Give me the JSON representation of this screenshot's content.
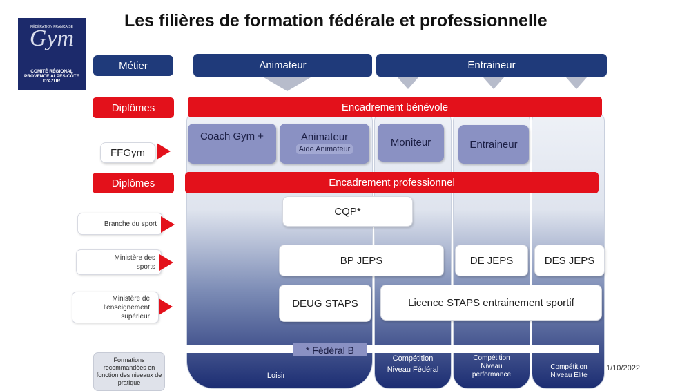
{
  "title": "Les filières de formation fédérale et professionnelle",
  "logo": {
    "small": "FÉDÉRATION FRANÇAISE",
    "name": "Gym",
    "subtitle": "COMITÉ RÉGIONAL PROVENCE ALPES-CÔTE D'AZUR"
  },
  "rows": {
    "metier": "Métier",
    "diplomes_1": "Diplômes",
    "diplomes_2": "Diplômes"
  },
  "header": {
    "animateur": "Animateur",
    "entraineur": "Entraineur"
  },
  "bars": {
    "benevole": "Encadrement bénévole",
    "professionnel": "Encadrement professionnel"
  },
  "ffgym": {
    "label": "FFGym",
    "coach": "Coach Gym +",
    "animateur": "Animateur",
    "aide": "Aide Animateur",
    "moniteur": "Moniteur",
    "entraineur": "Entraineur"
  },
  "sources": {
    "branche": "Branche du sport",
    "ministere_sports": "Ministère des sports",
    "ministere_ens": "Ministère de l'enseignement supérieur",
    "formations": "Formations recommandées en fonction des niveaux de pratique"
  },
  "diplomas": {
    "cqp": "CQP*",
    "bpjeps": "BP JEPS",
    "dejeps": "DE JEPS",
    "desjeps": "DES JEPS",
    "deug": "DEUG STAPS",
    "licence": "Licence STAPS entrainement sportif"
  },
  "footnote": "* Fédéral B",
  "levels": {
    "loisir": "Loisir",
    "federal": "Compétition Niveau Fédéral",
    "performance": "Compétition Niveau performance",
    "elite": "Compétition Niveau Elite"
  },
  "date": "1/10/2022",
  "colors": {
    "navy": "#1f3a7a",
    "red": "#e3111b",
    "purple": "#8a91c3",
    "column_bottom": "#1c2d72"
  }
}
